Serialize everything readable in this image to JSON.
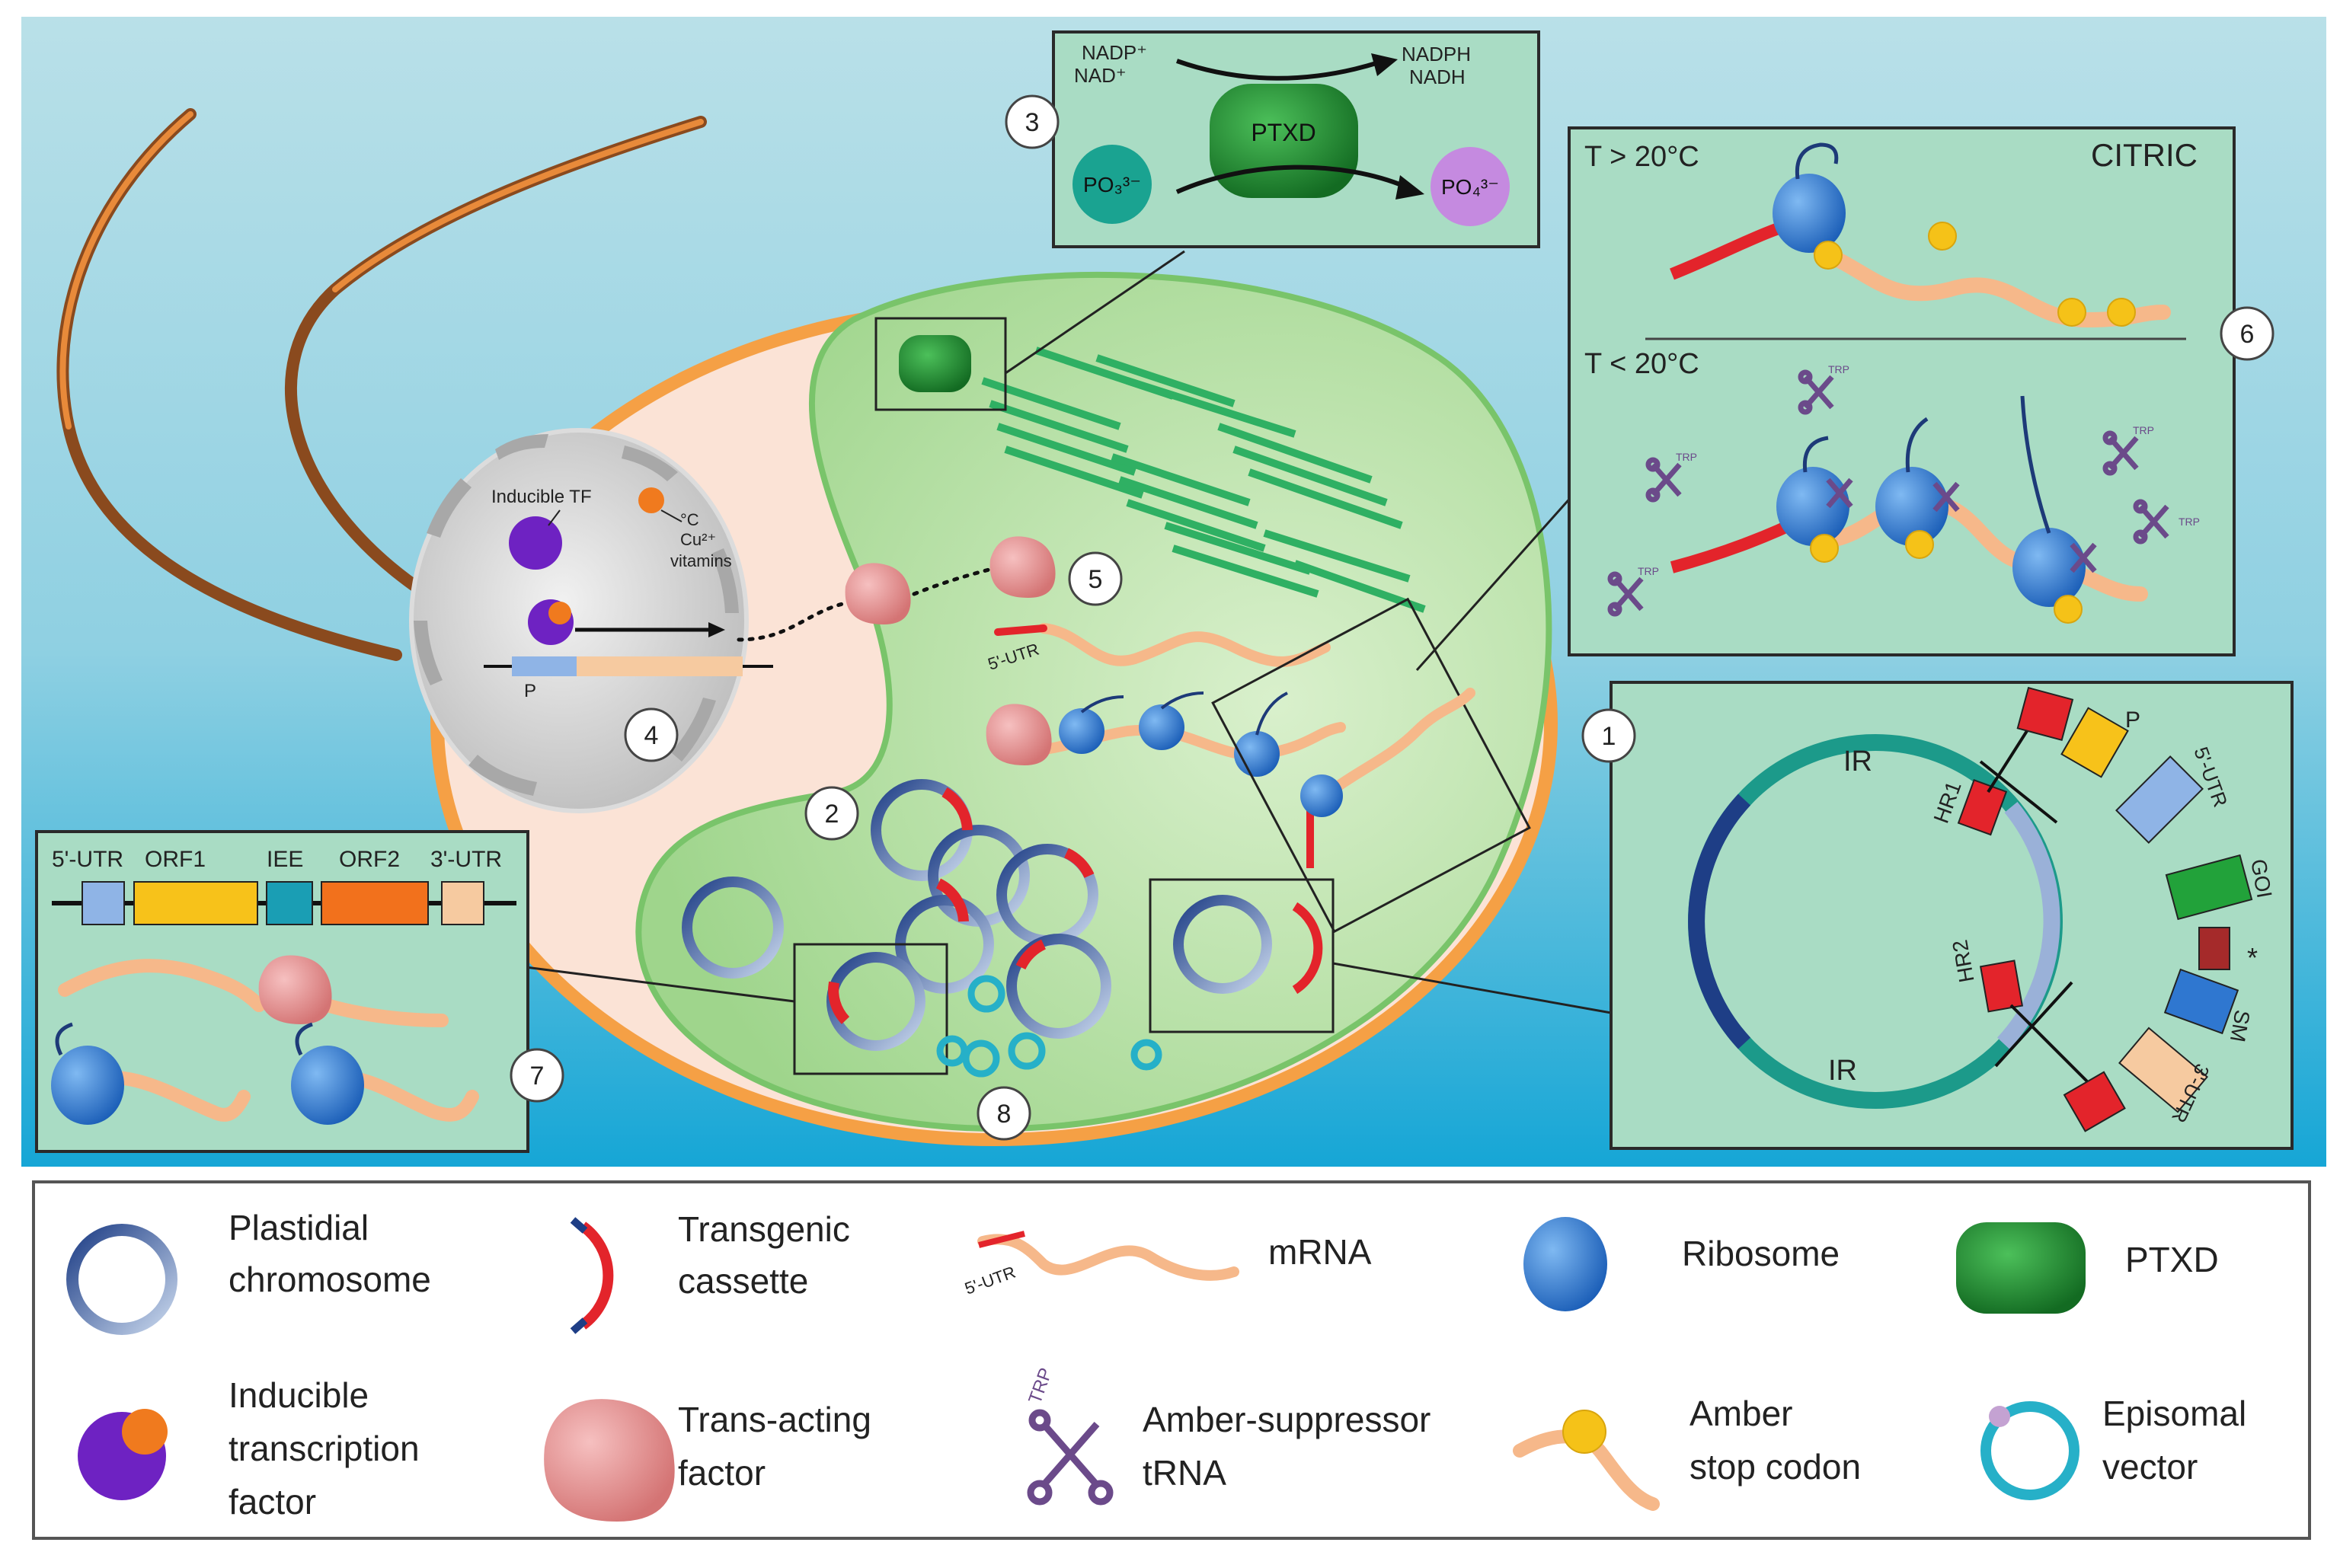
{
  "panels": {
    "p1": {
      "badge": "1",
      "ir_top": "IR",
      "ir_bottom": "IR",
      "hr1": "HR1",
      "hr2": "HR2",
      "promoter": "P",
      "utr5": "5'-UTR",
      "goi": "GOI",
      "star": "*",
      "sm": "SM",
      "utr3": "3'-UTR"
    },
    "p2": {
      "badge": "2"
    },
    "p3": {
      "badge": "3",
      "nadp": "NADP⁺",
      "nad": "NAD⁺",
      "nadph": "NADPH",
      "nadh": "NADH",
      "enzyme": "PTXD",
      "po3": "PO₃³⁻",
      "po4": "PO₄³⁻"
    },
    "p4": {
      "badge": "4",
      "tf": "Inducible TF",
      "deg": "°C",
      "cu": "Cu²⁺",
      "vit": "vitamins",
      "p": "P"
    },
    "p5": {
      "badge": "5",
      "utr": "5'-UTR"
    },
    "p6": {
      "badge": "6",
      "t_high": "T > 20°C",
      "t_low": "T < 20°C",
      "title": "CITRIC",
      "trp": "TRP"
    },
    "p7": {
      "badge": "7",
      "utr5": "5'-UTR",
      "orf1": "ORF1",
      "iee": "IEE",
      "orf2": "ORF2",
      "utr3": "3'-UTR"
    },
    "p8": {
      "badge": "8"
    }
  },
  "legend": {
    "plastidial": [
      "Plastidial",
      "chromosome"
    ],
    "cassette": [
      "Transgenic",
      "cassette"
    ],
    "mrna": "mRNA",
    "mrna_utr": "5'-UTR",
    "ribosome": "Ribosome",
    "ptxd": "PTXD",
    "tf": [
      "Inducible",
      "transcription",
      "factor"
    ],
    "trans": [
      "Trans-acting",
      "factor"
    ],
    "trna": [
      "Amber-suppressor",
      "tRNA"
    ],
    "trna_tag": "TRP",
    "amber": [
      "Amber",
      "stop codon"
    ],
    "episomal": [
      "Episomal",
      "vector"
    ]
  },
  "colors": {
    "sky_top": "#b4dde7",
    "sky_bottom": "#1aa8d6",
    "cell_wall": "#f5a045",
    "cytoplasm": "#fbe3d6",
    "chloroplast": "#c2e6b2",
    "thylakoid": "#46c27a",
    "panel_fill": "#a9dcc4",
    "panel_stroke": "#2a2a2a",
    "ribosome": "#2f7fd6",
    "trans_factor": "#e89a9a",
    "tf_purple": "#6e22c2",
    "tf_orange": "#f07a1e",
    "amber": "#f5c218",
    "mrna": "#f6b88a",
    "utr_red": "#e3242b",
    "ptxd": "#1e8b30",
    "trna": "#6b4a8a",
    "episomal": "#26b0c8",
    "chrom_dark": "#1e3e86",
    "chrom_teal": "#1c9a8a",
    "po3": "#1aa391",
    "po4": "#c58ae0",
    "goi": "#22a23a",
    "sm": "#2f77d0",
    "box_yellow": "#f7c21a",
    "box_lightblue": "#8fb4e6",
    "box_peach": "#f6caa0",
    "box_orange": "#f2711c",
    "box_teal": "#1a9eb4",
    "star_box": "#a52a2a"
  }
}
